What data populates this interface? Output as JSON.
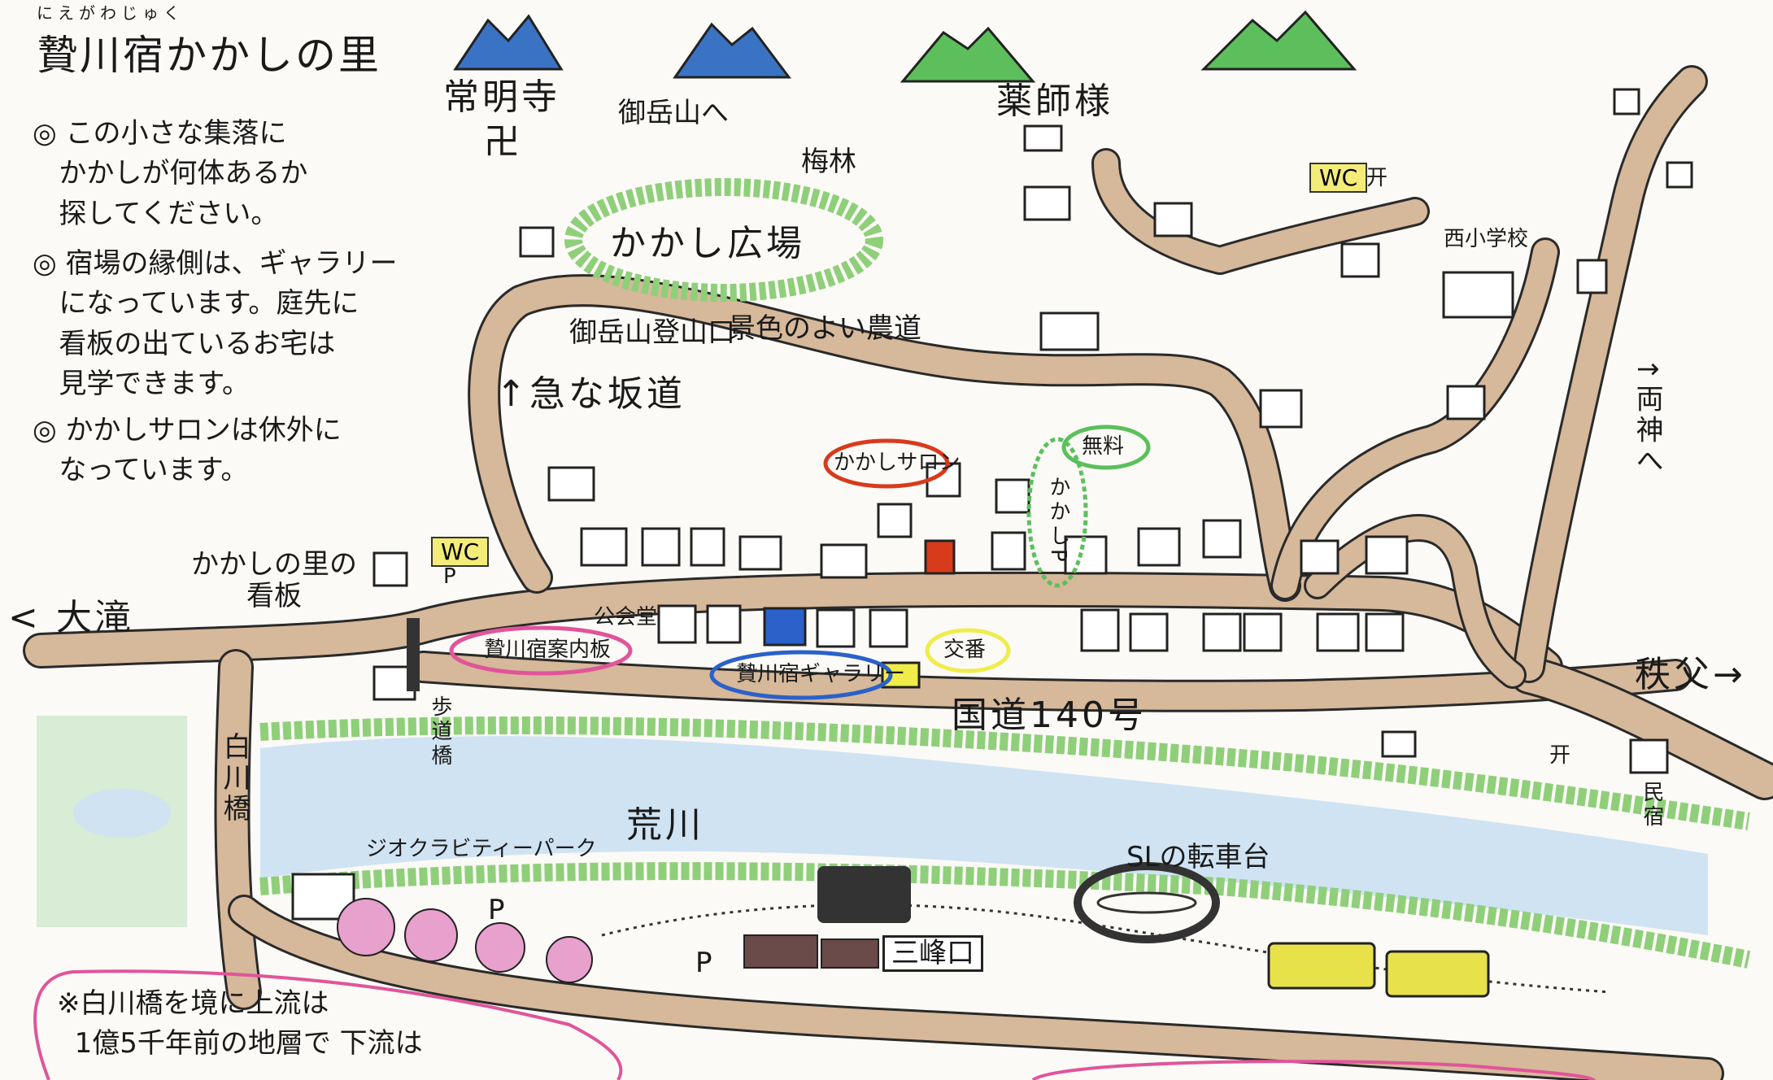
{
  "title": {
    "furigana": "にえがわじゅく",
    "main": "贄川宿かかしの里"
  },
  "notes": [
    "◎ この小さな集落に\n   かかしが何体あるか\n   探してください。",
    "◎ 宿場の縁側は、ギャラリー\n   になっています。庭先に\n   看板の出ているお宅は\n   見学できます。",
    "◎ かかしサロンは休外に\n   なっています。"
  ],
  "places": {
    "temple": "常明寺",
    "temple_symbol": "卍",
    "mitake_arrow": "御岳山へ",
    "plum_grove": "梅林",
    "kakashi_square": "かかし広場",
    "yakushi": "薬師様",
    "trailhead": "御岳山登山口",
    "scenic_road": "景色のよい農道",
    "steep_slope": "↑急な坂道",
    "kakashi_salon": "かかしサロン",
    "free": "無料",
    "kakashi_parking": "かかしP",
    "wc": "WC",
    "shrine_mark": "开",
    "west_school": "西小学校",
    "ryokami": "↑両神へ",
    "otaki": "< 大滝",
    "signboard": "かかしの里の\n看板",
    "kominkan": "公会堂",
    "nigawa_sign": "贄川宿案内板",
    "nigawa_gallery": "贄川宿ギャラリー",
    "koban": "交番",
    "route140": "国道140号",
    "chichibu": "秩父→",
    "footbridge": "歩道橋",
    "shirakawa_bridge": "白川橋",
    "arakawa": "荒川",
    "geopark": "ジオクラビティーパーク",
    "sl_turntable": "SLの転車台",
    "mitsumineguchi": "三峰口",
    "minshuku": "民宿",
    "parking": "P"
  },
  "footnote": "※白川橋を境に上流は\n  1億5千年前の地層で 下流は",
  "colors": {
    "road": "#d6b89a",
    "road_edge": "#2a2a2a",
    "river": "#cfe3f3",
    "grass": "#8fcf7a",
    "mountain_blue": "#3b73c4",
    "mountain_green": "#5cbf5c",
    "salon_red": "#d83a1c",
    "gallery_blue": "#2b61c9",
    "koban_yellow": "#f0ec4a",
    "wc_yellow": "#f3ec79",
    "sakura": "#e8a0cc",
    "sign_pink": "#e0559a",
    "train_yellow": "#e8e24a"
  }
}
